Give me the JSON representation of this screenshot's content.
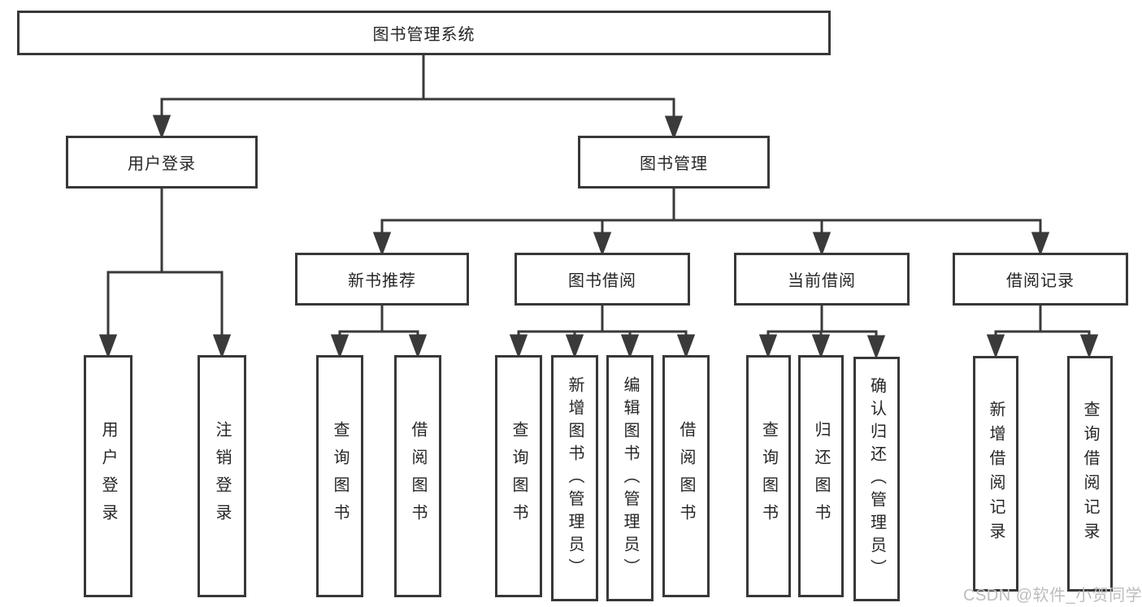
{
  "diagram": {
    "root": {
      "label": "图书管理系统"
    },
    "level2": [
      {
        "label": "用户登录"
      },
      {
        "label": "图书管理"
      }
    ],
    "level3": [
      {
        "label": "新书推荐"
      },
      {
        "label": "图书借阅"
      },
      {
        "label": "当前借阅"
      },
      {
        "label": "借阅记录"
      }
    ],
    "leaves": [
      {
        "label": "用户登录",
        "parent": "用户登录"
      },
      {
        "label": "注销登录",
        "parent": "用户登录"
      },
      {
        "label": "查询图书",
        "parent": "新书推荐"
      },
      {
        "label": "借阅图书",
        "parent": "新书推荐"
      },
      {
        "label": "查询图书",
        "parent": "图书借阅"
      },
      {
        "label": "新增图书（管理员）",
        "parent": "图书借阅"
      },
      {
        "label": "编辑图书（管理员）",
        "parent": "图书借阅"
      },
      {
        "label": "借阅图书",
        "parent": "图书借阅"
      },
      {
        "label": "查询图书",
        "parent": "当前借阅"
      },
      {
        "label": "归还图书",
        "parent": "当前借阅"
      },
      {
        "label": "确认归还（管理员）",
        "parent": "当前借阅"
      },
      {
        "label": "新增借阅记录",
        "parent": "借阅记录"
      },
      {
        "label": "查询借阅记录",
        "parent": "借阅记录"
      }
    ]
  },
  "watermark": {
    "text": "CSDN @软件_小贺同学"
  },
  "colors": {
    "line": "#3a3a3a",
    "box_border": "#383838",
    "text": "#262626",
    "watermark": "#bdbdbd",
    "background": "#ffffff"
  }
}
